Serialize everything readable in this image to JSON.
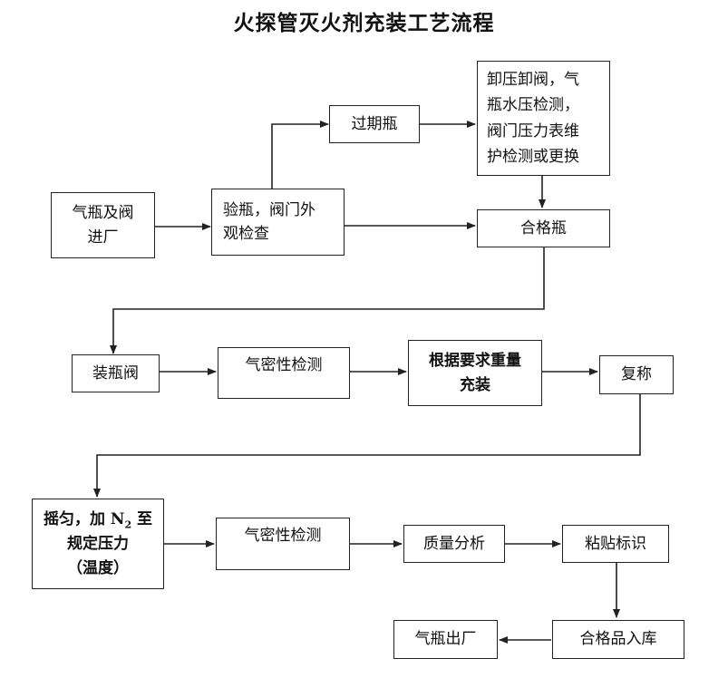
{
  "title": "火探管灭火剂充装工艺流程",
  "nodes": {
    "arrival": "气瓶及阀\n进厂",
    "inspect": "验瓶，阀门外\n观检查",
    "expired": "过期瓶",
    "maintain": "卸压卸阀，气\n瓶水压检测，\n阀门压力表维\n护检测或更换",
    "qualified": "合格瓶",
    "mount_valve": "装瓶阀",
    "leak_test_1": "气密性检测",
    "fill": "根据要求重量\n充装",
    "reweigh": "复称",
    "shake_pre": "摇匀，加 N",
    "shake_sub": "2",
    "shake_post": " 至\n规定压力\n（温度）",
    "leak_test_2": "气密性检测",
    "quality": "质量分析",
    "label": "粘贴标识",
    "storage": "合格品入库",
    "dispatch": "气瓶出厂"
  }
}
